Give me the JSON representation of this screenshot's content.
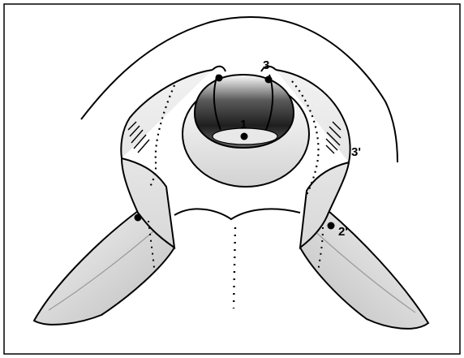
{
  "figure": {
    "labels": {
      "point_1": "1",
      "point_3": "3",
      "point_3_prime": "3'",
      "point_2_prime": "2'"
    },
    "colors": {
      "ink": "#000000",
      "shade_dark": "#3a3a3a",
      "shade_light": "#d6d6d6",
      "paper": "#ffffff"
    }
  }
}
